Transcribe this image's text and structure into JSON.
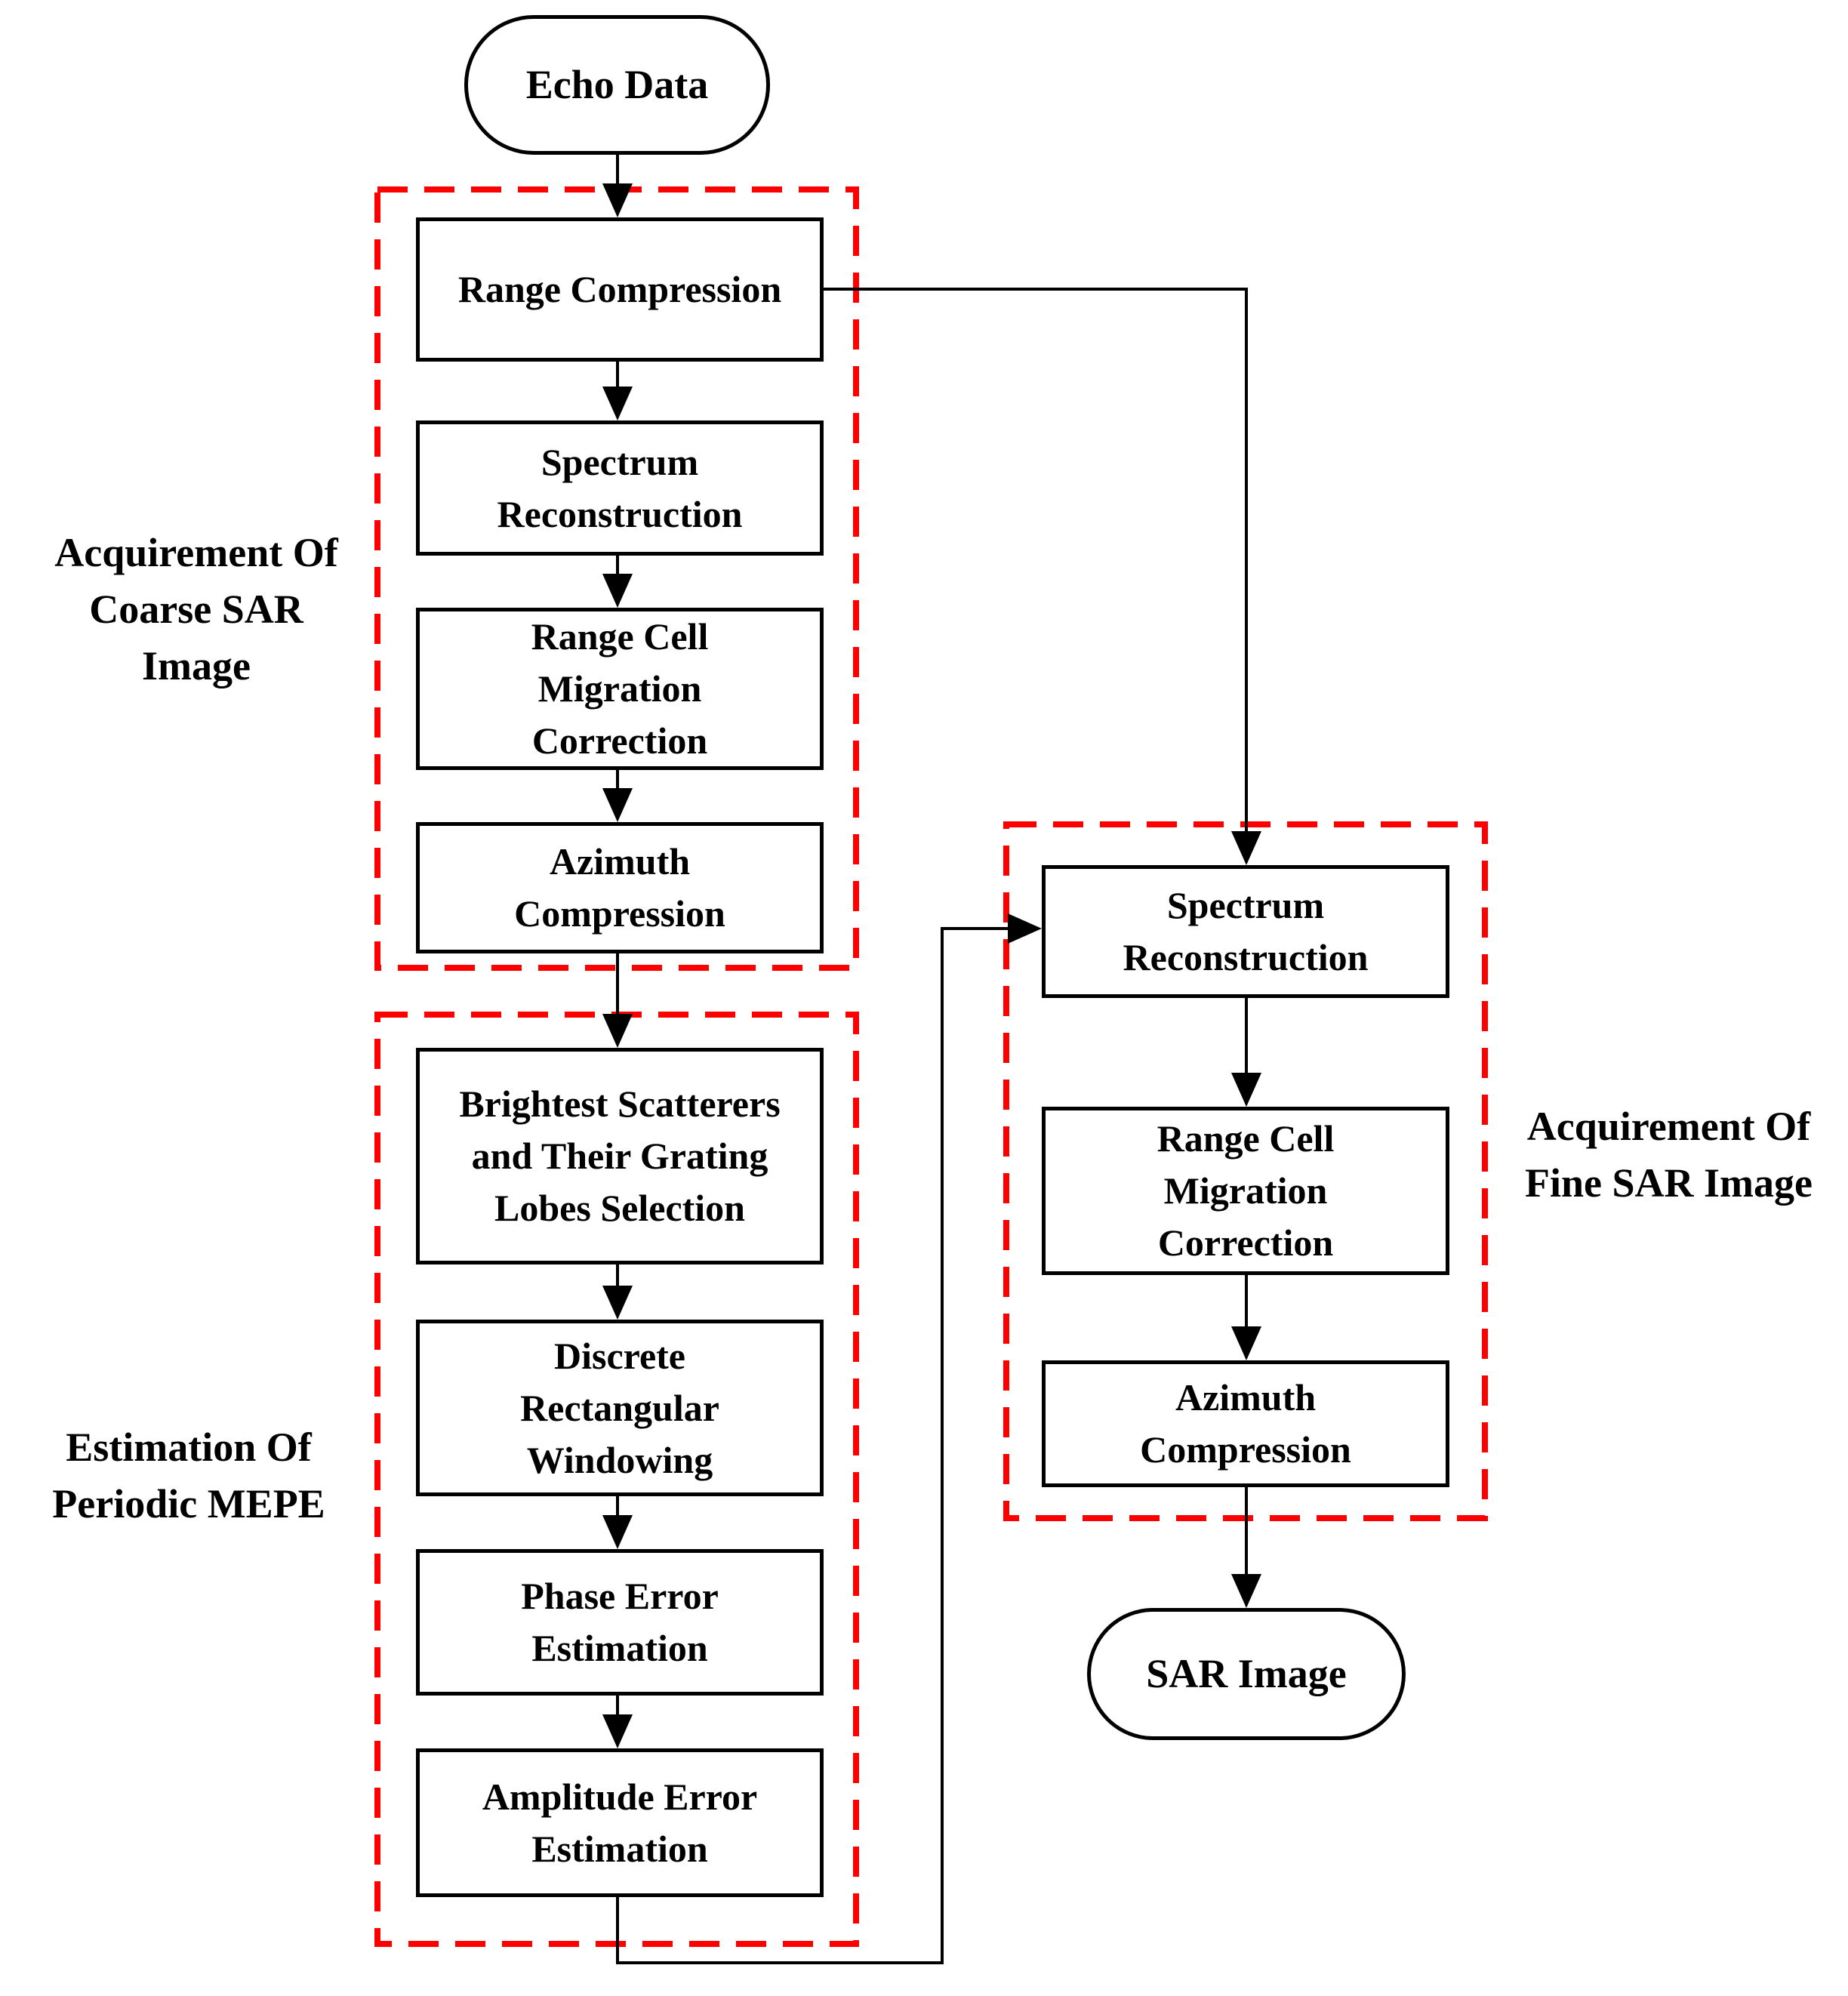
{
  "diagram": {
    "background_color": "#ffffff",
    "connector_color": "#000000",
    "node_border_color": "#000000",
    "group_border_color": "#ff0000",
    "nodes": {
      "echo": "Echo Data",
      "range_compression": "Range Compression",
      "spectrum_reconstruction_coarse": "Spectrum\nReconstruction",
      "rcmc_coarse": "Range Cell\nMigration\nCorrection",
      "azimuth_compression_coarse": "Azimuth\nCompression",
      "brightest_scatterers": "Brightest Scatterers\nand Their Grating\nLobes Selection",
      "discrete_rectangular_windowing": "Discrete\nRectangular\nWindowing",
      "phase_error_estimation": "Phase Error\nEstimation",
      "amplitude_error_estimation": "Amplitude Error\nEstimation",
      "spectrum_reconstruction_fine": "Spectrum\nReconstruction",
      "rcmc_fine": "Range Cell\nMigration\nCorrection",
      "azimuth_compression_fine": "Azimuth\nCompression",
      "sar_image": "SAR Image"
    },
    "groups": {
      "coarse": "Acquirement Of\nCoarse SAR\nImage",
      "mepe": "Estimation Of\nPeriodic MEPE",
      "fine": "Acquirement Of\nFine SAR Image"
    }
  }
}
